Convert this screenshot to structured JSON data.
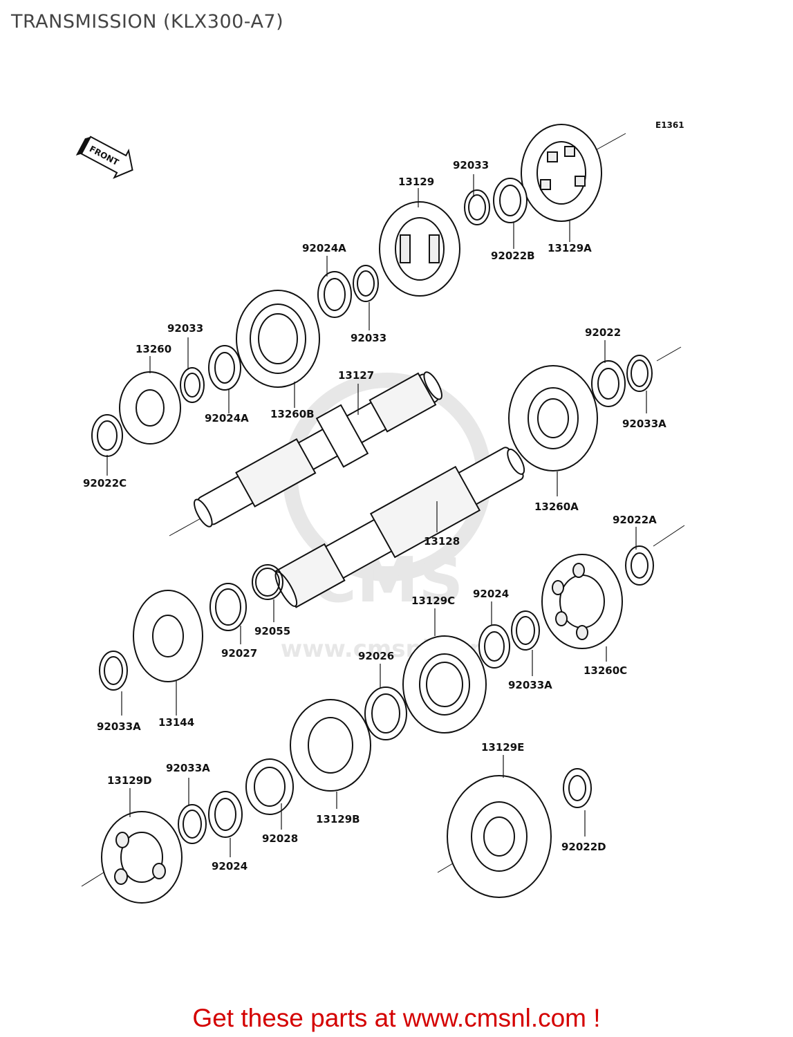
{
  "title": "TRANSMISSION (KLX300-A7)",
  "diagram_ref": "E1361",
  "front_label": "FRONT",
  "footer": "Get these parts at www.cmsnl.com !",
  "watermark_text": "CMS",
  "watermark_url": "www.cmsnl.com",
  "colors": {
    "footer": "#d40000",
    "title": "#444444",
    "line": "#111111",
    "watermark": "#cccccc"
  },
  "parts": [
    {
      "id": "p13129A",
      "label": "13129A"
    },
    {
      "id": "p92022B",
      "label": "92022B"
    },
    {
      "id": "p92033a",
      "label": "92033"
    },
    {
      "id": "p13129",
      "label": "13129"
    },
    {
      "id": "p92024A1",
      "label": "92024A"
    },
    {
      "id": "p92033b",
      "label": "92033"
    },
    {
      "id": "p92033c",
      "label": "92033"
    },
    {
      "id": "p13260",
      "label": "13260"
    },
    {
      "id": "p92024A2",
      "label": "92024A"
    },
    {
      "id": "p13260B",
      "label": "13260B"
    },
    {
      "id": "p92022C",
      "label": "92022C"
    },
    {
      "id": "p13127",
      "label": "13127"
    },
    {
      "id": "p92022",
      "label": "92022"
    },
    {
      "id": "p92033A1",
      "label": "92033A"
    },
    {
      "id": "p13260A",
      "label": "13260A"
    },
    {
      "id": "p13128",
      "label": "13128"
    },
    {
      "id": "p92022A",
      "label": "92022A"
    },
    {
      "id": "p13129C",
      "label": "13129C"
    },
    {
      "id": "p92024a",
      "label": "92024"
    },
    {
      "id": "p92033A2",
      "label": "92033A"
    },
    {
      "id": "p13260C",
      "label": "13260C"
    },
    {
      "id": "p92055",
      "label": "92055"
    },
    {
      "id": "p92027",
      "label": "92027"
    },
    {
      "id": "p92026",
      "label": "92026"
    },
    {
      "id": "p92033A3",
      "label": "92033A"
    },
    {
      "id": "p13144",
      "label": "13144"
    },
    {
      "id": "p13129E",
      "label": "13129E"
    },
    {
      "id": "p92022D",
      "label": "92022D"
    },
    {
      "id": "p13129D",
      "label": "13129D"
    },
    {
      "id": "p92033A4",
      "label": "92033A"
    },
    {
      "id": "p92024b",
      "label": "92024"
    },
    {
      "id": "p92028",
      "label": "92028"
    },
    {
      "id": "p13129B",
      "label": "13129B"
    }
  ]
}
